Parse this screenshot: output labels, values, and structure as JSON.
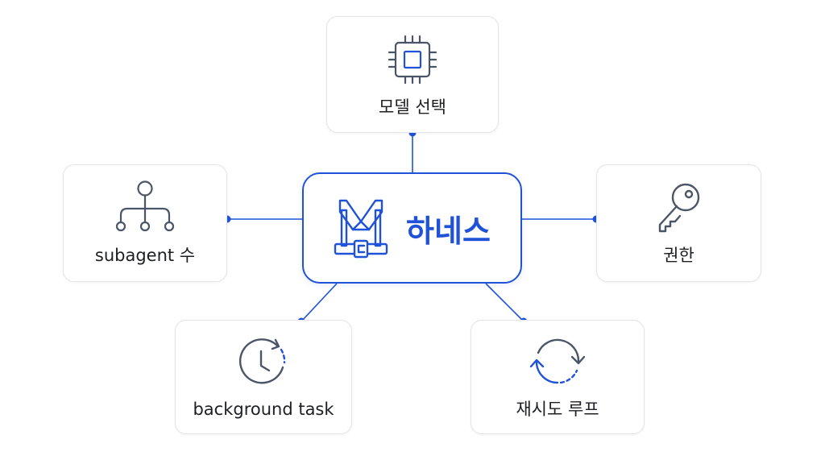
{
  "center": {
    "label": "하네스",
    "icon": "harness-icon"
  },
  "nodes": [
    {
      "id": "model-selection",
      "label": "모델 선택",
      "icon": "chip-icon"
    },
    {
      "id": "subagent-count",
      "label": "subagent 수",
      "icon": "hierarchy-icon"
    },
    {
      "id": "permissions",
      "label": "권한",
      "icon": "key-icon"
    },
    {
      "id": "background-task",
      "label": "background task",
      "icon": "clock-icon"
    },
    {
      "id": "retry-loop",
      "label": "재시도 루프",
      "icon": "loop-icon"
    }
  ],
  "colors": {
    "accent": "#1f52d8",
    "icon_gray": "#4b5568",
    "card_border": "#e2e4e8",
    "text": "#1d1f24"
  }
}
